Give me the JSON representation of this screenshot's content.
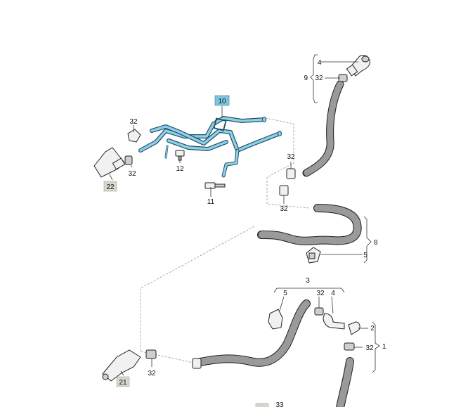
{
  "colors": {
    "highlight_label_bg": "#7ec6e0",
    "grey_label_bg": "#d6d6cc",
    "pipe_outline": "#1f4f66",
    "pipe_fill": "#8fd0e8"
  },
  "labels": {
    "p10": "10",
    "p32_a": "32",
    "p32_b": "32",
    "p12": "12",
    "p22": "22",
    "p11": "11",
    "p4_top": "4",
    "p9": "9",
    "p32_c": "32",
    "p32_d": "32",
    "p32_e": "32",
    "p8": "8",
    "p5_mid": "5",
    "p3": "3",
    "p5_low": "5",
    "p32_f": "32",
    "p4_low": "4",
    "p2": "2",
    "p32_g": "32",
    "p1": "1",
    "p21": "21",
    "p32_h": "32",
    "p33": "33"
  }
}
